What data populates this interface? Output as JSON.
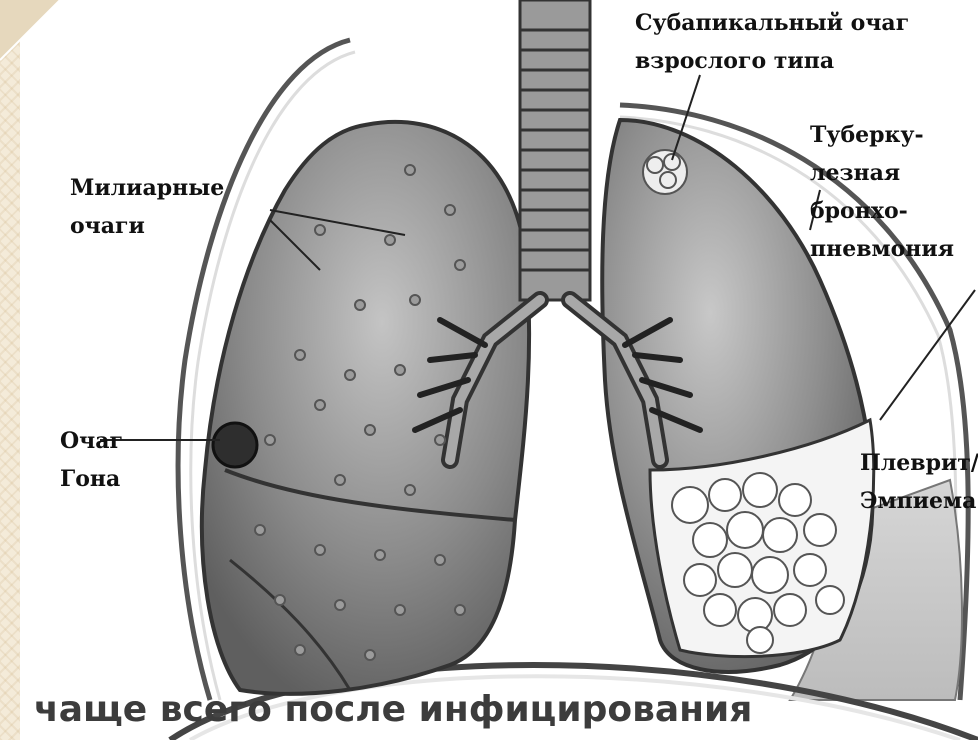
{
  "diagram": {
    "labels": {
      "subapical_line1": "Субапикальный очаг",
      "subapical_line2": "взрослого типа",
      "miliary_line1": "Милиарные",
      "miliary_line2": "очаги",
      "bronchopneumonia_line1": "Туберку-",
      "bronchopneumonia_line2": "лезная",
      "bronchopneumonia_line3": "бронхо-",
      "bronchopneumonia_line4": "пневмония",
      "ghon_line1": "Очаг",
      "ghon_line2": "Гона",
      "pleurisy_line1": "Плеврит/",
      "pleurisy_line2": "Эмпиема"
    }
  },
  "caption": "чаще всего после инфицирования",
  "colors": {
    "lung_fill": "#7f7f7f",
    "lung_highlight": "#bdbdbd",
    "background_pattern": "#f4ebd9",
    "caption_text": "#3c3c3c"
  }
}
